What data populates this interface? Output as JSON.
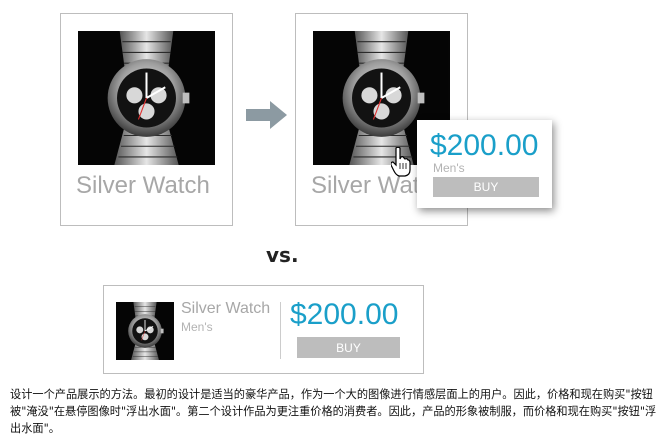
{
  "card_before": {
    "title": "Silver Watch",
    "image": "silver-watch-photo"
  },
  "transition_arrow": "arrow-right-icon",
  "card_after": {
    "title": "Silver Watch",
    "image": "silver-watch-photo",
    "popup": {
      "price": "$200.00",
      "category": "Men's",
      "buy_label": "BUY"
    },
    "cursor": "hand-pointer-icon"
  },
  "comparison_label": "vs.",
  "compact_card": {
    "title": "Silver Watch",
    "category": "Men's",
    "price": "$200.00",
    "buy_label": "BUY",
    "image": "silver-watch-photo"
  },
  "description": "设计一个产品展示的方法。最初的设计是适当的豪华产品，作为一个大的图像进行情感层面上的用户。因此，价格和现在购买\"按钮被\"淹没\"在悬停图像时\"浮出水面\"。第二个设计作品为更注重价格的消费者。因此，产品的形象被制服，而价格和现在购买\"按钮\"浮出水面\"。",
  "colors": {
    "price": "#1a9fc9",
    "muted_text": "#a7a7a7",
    "button": "#bdbdbd",
    "border": "#bdbdbd"
  }
}
